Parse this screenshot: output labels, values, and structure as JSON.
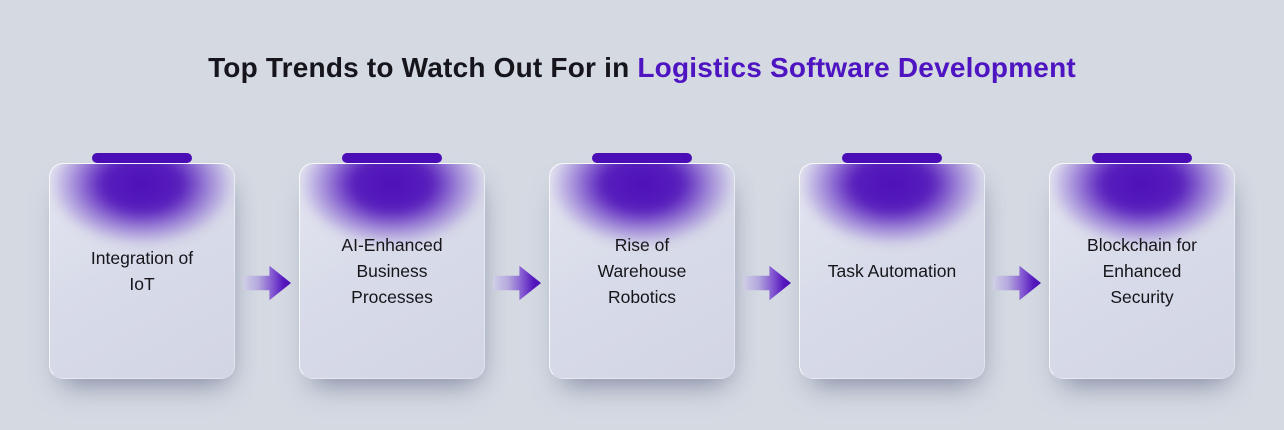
{
  "title": {
    "prefix": "Top Trends to Watch Out For in ",
    "highlight": "Logistics Software Development"
  },
  "cards": [
    {
      "label": "Integration of\nIoT"
    },
    {
      "label": "AI-Enhanced\nBusiness\nProcesses"
    },
    {
      "label": "Rise of\nWarehouse\nRobotics"
    },
    {
      "label": "Task Automation"
    },
    {
      "label": "Blockchain for\nEnhanced\nSecurity"
    }
  ],
  "icons": {
    "connector": "arrow-right-icon"
  },
  "colors": {
    "background": "#d4d9e2",
    "card_surface": "#d7dae8",
    "accent_purple": "#4a0db6",
    "title_highlight": "#4e14c2",
    "text": "#15151a"
  }
}
